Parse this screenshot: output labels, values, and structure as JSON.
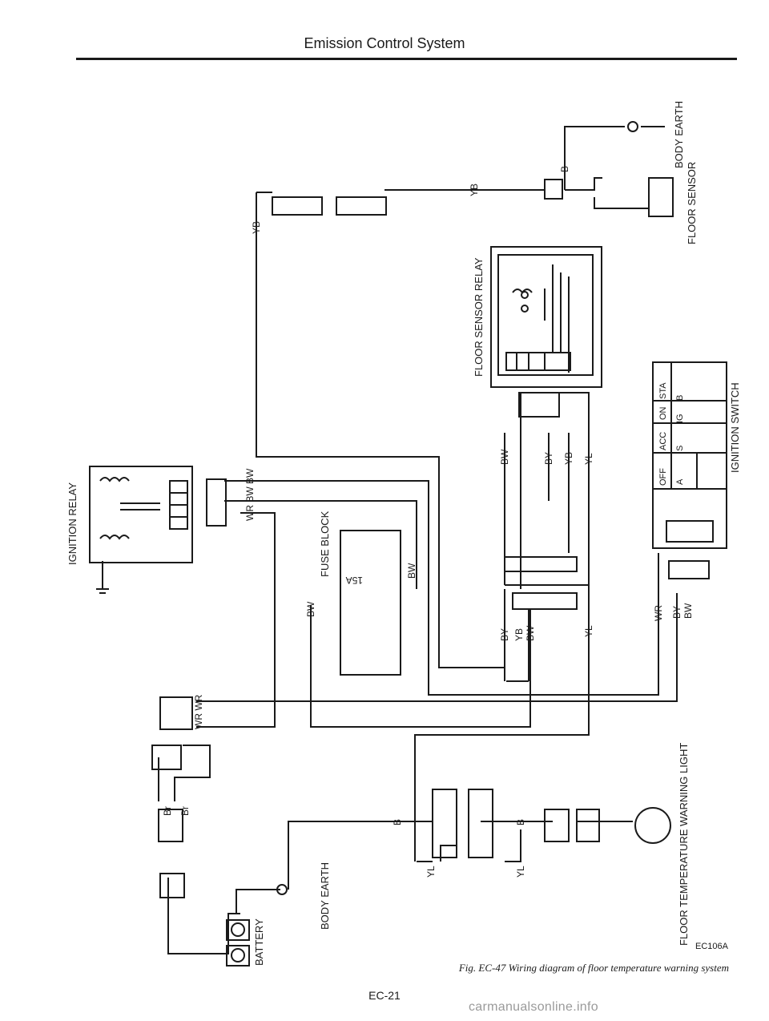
{
  "page": {
    "header": "Emission Control System",
    "caption": "Fig. EC-47 Wiring diagram of floor temperature warning system",
    "page_number": "EC-21",
    "watermark": "carmanualsonline.info",
    "figure_code": "EC106A"
  },
  "components": {
    "ignition_relay": "IGNITION RELAY",
    "fuse_block": "FUSE BLOCK",
    "fuse_rating": "15A",
    "floor_sensor_relay": "FLOOR SENSOR RELAY",
    "floor_sensor": "FLOOR SENSOR",
    "body_earth_top": "BODY EARTH",
    "body_earth_bottom": "BODY EARTH",
    "ignition_switch": "IGNITION SWITCH",
    "battery": "BATTERY",
    "warning_light": "FLOOR TEMPERATURE WARNING LIGHT"
  },
  "ignition_switch_table": {
    "positions": [
      "STA",
      "ON",
      "ACC",
      "OFF"
    ],
    "terminals": [
      "B",
      "IG",
      "S",
      "A"
    ]
  },
  "wire_labels": {
    "yb_top": "YB",
    "yb_right": "YB",
    "b_sensor": "B",
    "wr_bw_bw": "WR BW BW",
    "bw_fuse_left": "BW",
    "bw_fuse_right": "BW",
    "bw_relay": "BW",
    "by_relay": "BY",
    "yb_relay": "YB",
    "yl_relay": "YL",
    "by_conn": "BY",
    "yb_conn": "YB",
    "bw_conn": "BW",
    "yl_conn": "YL",
    "wr_sw": "WR",
    "by_sw": "BY",
    "bw_sw": "BW",
    "wr_wr": "WR WR",
    "br1": "Br",
    "br2": "Br",
    "b_bottom": "B",
    "b_light": "B",
    "yl_bottom1": "YL",
    "yl_bottom2": "YL"
  }
}
